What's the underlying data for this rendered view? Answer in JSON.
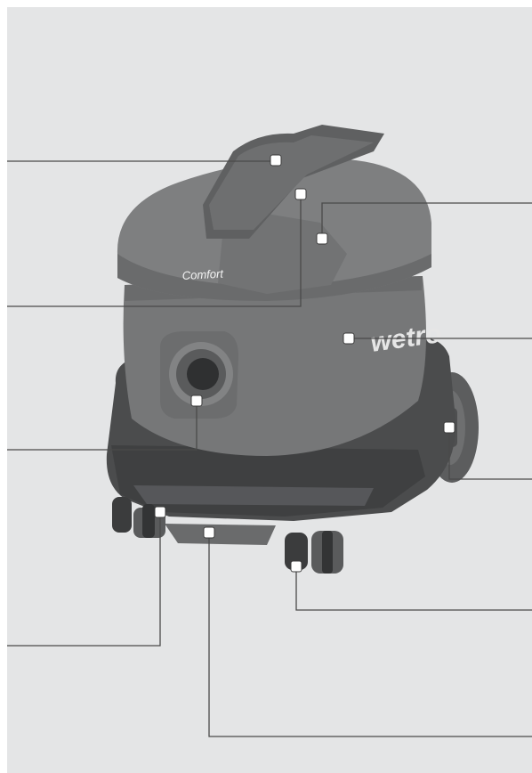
{
  "product": {
    "model_label": "Comfort",
    "brand_label": "wetro"
  },
  "colors": {
    "background": "#e4e5e6",
    "body_gray": "#767778",
    "dark_gray": "#4b4c4d",
    "marker": "#ffffff",
    "line": "#4a4a4a"
  },
  "callouts": [
    {
      "id": "carry-handle"
    },
    {
      "id": "lid-latch"
    },
    {
      "id": "lid-button"
    },
    {
      "id": "container-body"
    },
    {
      "id": "hose-inlet"
    },
    {
      "id": "rear-wheel"
    },
    {
      "id": "front-left-caster"
    },
    {
      "id": "front-bumper"
    },
    {
      "id": "front-right-caster"
    }
  ]
}
